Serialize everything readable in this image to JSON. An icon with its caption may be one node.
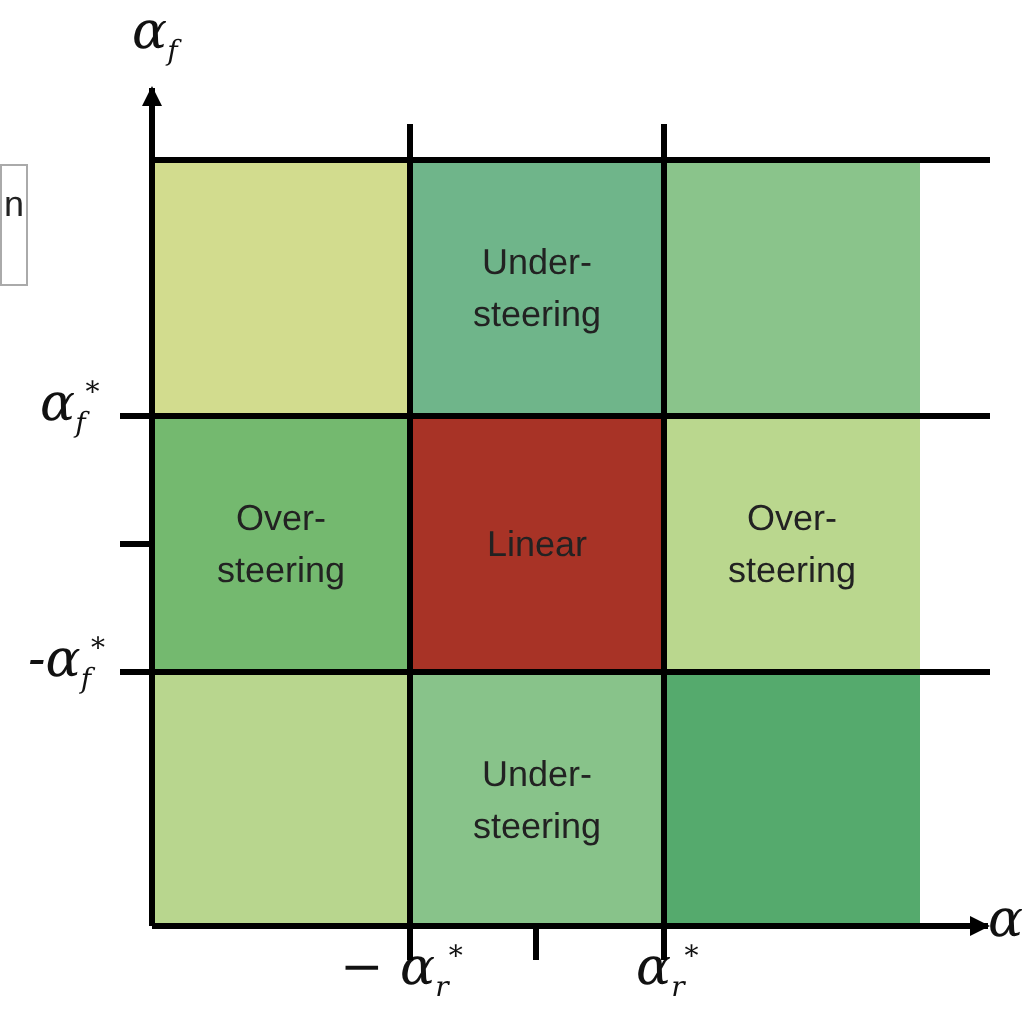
{
  "diagram": {
    "nodes": [
      {
        "text": [
          "n"
        ]
      },
      {
        "text": [],
        "shape": "box"
      },
      {
        "text": [
          "Under-steering"
        ]
      },
      {
        "text": [],
        "shape": "box"
      },
      {
        "text": [
          "Over-steering"
        ]
      },
      {
        "text": [
          "Linear"
        ]
      },
      {
        "text": [
          "Over-steering"
        ]
      },
      {
        "text": [],
        "shape": "box"
      },
      {
        "text": [
          "Under-steering"
        ]
      },
      {
        "text": [],
        "shape": "box"
      }
    ],
    "labels": [
      "α$_{f}$",
      "α$_{f}$$^{*}$",
      "-α$_{f}$$^{*}$",
      "− α$_{r}$$^{*}$",
      "α$_{r}$$^{*}$",
      "α"
    ]
  }
}
